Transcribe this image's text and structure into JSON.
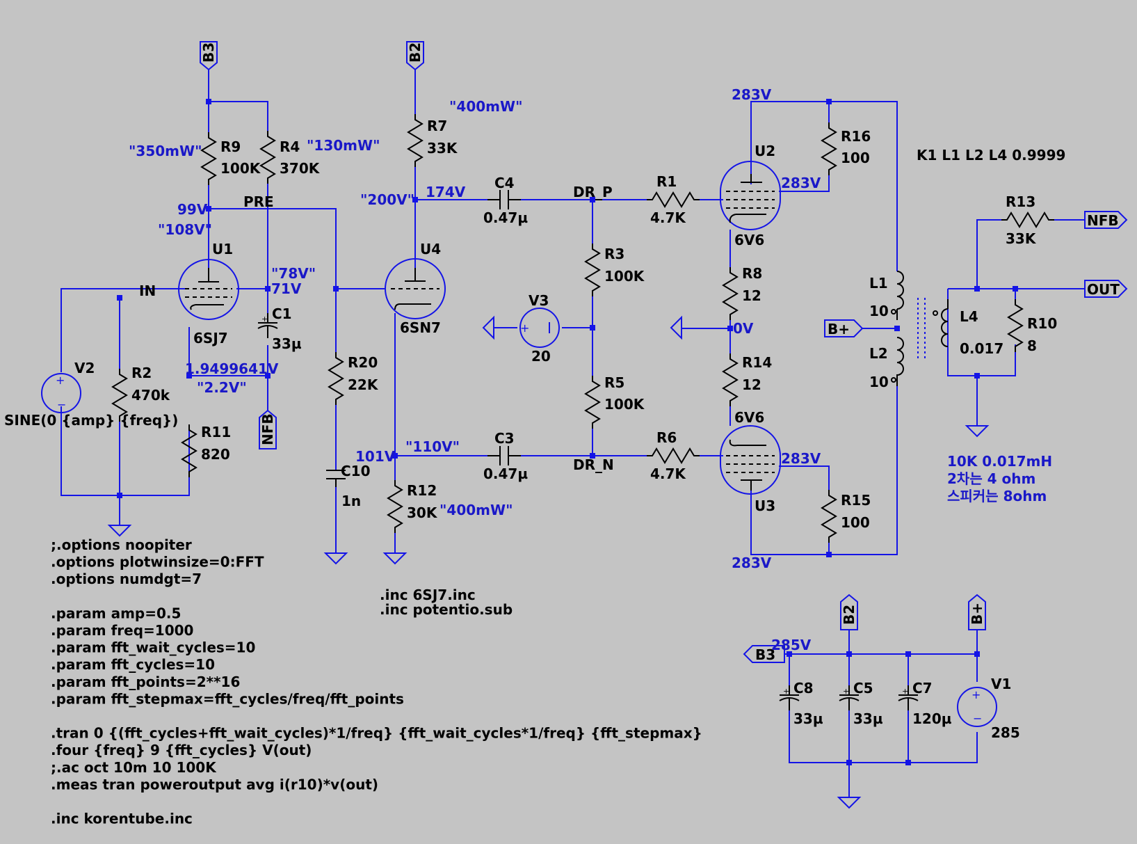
{
  "components": {
    "R9": {
      "ref": "R9",
      "value": "100K",
      "power": "\"350mW\""
    },
    "R4": {
      "ref": "R4",
      "value": "370K",
      "power": "\"130mW\""
    },
    "R7": {
      "ref": "R7",
      "value": "33K",
      "power": "\"400mW\""
    },
    "R16": {
      "ref": "R16",
      "value": "100"
    },
    "R1": {
      "ref": "R1",
      "value": "4.7K"
    },
    "R3": {
      "ref": "R3",
      "value": "100K"
    },
    "R5": {
      "ref": "R5",
      "value": "100K"
    },
    "R6": {
      "ref": "R6",
      "value": "4.7K"
    },
    "R8": {
      "ref": "R8",
      "value": "12"
    },
    "R14": {
      "ref": "R14",
      "value": "12"
    },
    "R15": {
      "ref": "R15",
      "value": "100"
    },
    "R13": {
      "ref": "R13",
      "value": "33K"
    },
    "R10": {
      "ref": "R10",
      "value": "8"
    },
    "R2": {
      "ref": "R2",
      "value": "470k"
    },
    "R11": {
      "ref": "R11",
      "value": "820"
    },
    "R20": {
      "ref": "R20",
      "value": "22K"
    },
    "R12": {
      "ref": "R12",
      "value": "30K",
      "power": "\"400mW\""
    },
    "C4": {
      "ref": "C4",
      "value": "0.47µ"
    },
    "C3": {
      "ref": "C3",
      "value": "0.47µ"
    },
    "C1": {
      "ref": "C1",
      "value": "33µ"
    },
    "C10": {
      "ref": "C10",
      "value": "1n"
    },
    "C8": {
      "ref": "C8",
      "value": "33µ"
    },
    "C5": {
      "ref": "C5",
      "value": "33µ"
    },
    "C7": {
      "ref": "C7",
      "value": "120µ"
    },
    "V1": {
      "ref": "V1",
      "value": "285"
    },
    "V2": {
      "ref": "V2",
      "value": "SINE(0 {amp} {freq})"
    },
    "V3": {
      "ref": "V3",
      "value": "20"
    },
    "U1": {
      "ref": "U1",
      "value": "6SJ7"
    },
    "U4": {
      "ref": "U4",
      "value": "6SN7"
    },
    "U2": {
      "ref": "U2",
      "value": "6V6"
    },
    "U3": {
      "ref": "U3",
      "value": "6V6"
    },
    "L1": {
      "ref": "L1",
      "value": "10"
    },
    "L2": {
      "ref": "L2",
      "value": "10"
    },
    "L4": {
      "ref": "L4",
      "value": "0.017"
    }
  },
  "nets": {
    "B3": "B3",
    "B2": "B2",
    "NFB": "NFB",
    "OUT": "OUT",
    "Bplus": "B+",
    "PRE": "PRE",
    "IN": "IN",
    "DR_P": "DR_P",
    "DR_N": "DR_N"
  },
  "voltages": {
    "v99": "99V",
    "v108": "\"108V\"",
    "v78": "\"78V\"",
    "v71": "71V",
    "v194": "1.9499641V",
    "v22": "\"2.2V\"",
    "v200": "\"200V\"",
    "v174": "174V",
    "v101": "101V",
    "v110": "\"110V\"",
    "v283_top": "283V",
    "v283_u2": "283V",
    "v283_u3": "283V",
    "v283_bot": "283V",
    "v0": "0V",
    "v285": "285V"
  },
  "notes": {
    "coupling": "K1 L1 L2 L4 0.9999",
    "xfmr": [
      "10K 0.017mH",
      "2차는 4 ohm",
      "스피커는 8ohm"
    ],
    "spice_main": [
      ";.options noopiter",
      ".options plotwinsize=0:FFT",
      ".options numdgt=7",
      "",
      ".param amp=0.5",
      ".param freq=1000",
      ".param fft_wait_cycles=10",
      ".param fft_cycles=10",
      ".param fft_points=2**16",
      ".param fft_stepmax=fft_cycles/freq/fft_points",
      "",
      ".tran 0 {(fft_cycles+fft_wait_cycles)*1/freq} {fft_wait_cycles*1/freq} {fft_stepmax}",
      ".four {freq} 9 {fft_cycles} V(out)",
      ";.ac oct 10m 10 100K",
      ".meas tran poweroutput avg i(r10)*v(out)",
      "",
      ".inc korentube.inc"
    ],
    "spice_inc": [
      ".inc 6SJ7.inc",
      ".inc potentio.sub"
    ]
  }
}
